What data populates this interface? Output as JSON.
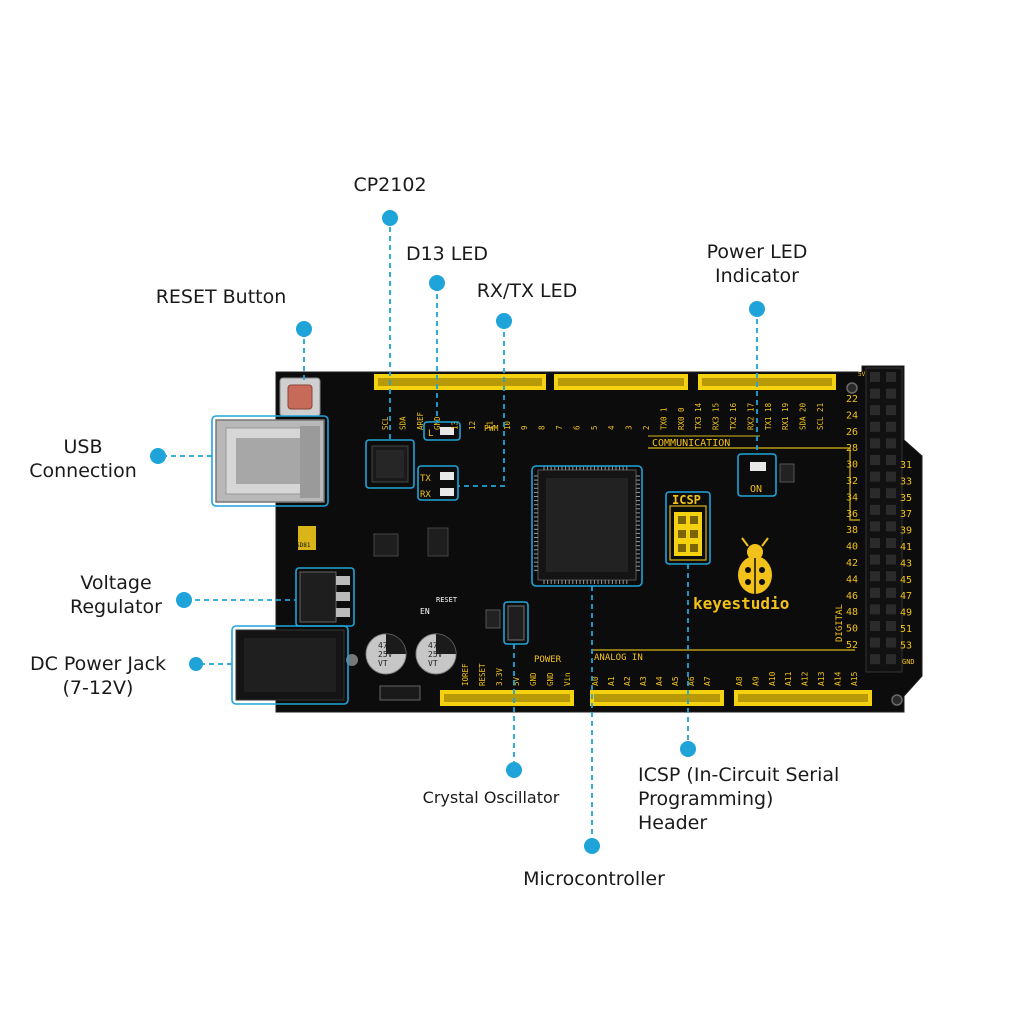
{
  "colors": {
    "accent": "#1ea4d8",
    "board": "#0d0d0d",
    "silkscreen": "#f2c21b",
    "header": "#f5d20f"
  },
  "callouts": {
    "cp2102": {
      "lines": [
        "CP2102"
      ]
    },
    "d13_led": {
      "lines": [
        "D13 LED"
      ]
    },
    "rx_tx_led": {
      "lines": [
        "RX/TX LED"
      ]
    },
    "reset_button": {
      "lines": [
        "RESET Button"
      ]
    },
    "power_led": {
      "lines": [
        "Power LED",
        "Indicator"
      ]
    },
    "usb": {
      "lines": [
        "USB",
        "Connection"
      ]
    },
    "voltage_regulator": {
      "lines": [
        "Voltage",
        "Regulator"
      ]
    },
    "dc_power_jack": {
      "lines": [
        "DC Power Jack",
        "(7-12V)"
      ]
    },
    "crystal_oscillator": {
      "lines": [
        "Crystal Oscillator"
      ]
    },
    "icsp": {
      "lines": [
        "ICSP (In-Circuit Serial",
        "Programming)",
        "Header"
      ]
    },
    "microcontroller": {
      "lines": [
        "Microcontroller"
      ]
    }
  },
  "board": {
    "brand": "keyestudio",
    "icsp_label": "ICSP",
    "communication_label": "COMMUNICATION",
    "power_label": "POWER",
    "analog_label": "ANALOG IN",
    "digital_label": "DIGITAL",
    "pwm_label": "PWM",
    "on_label": "ON",
    "tx_label": "TX",
    "rx_label": "RX",
    "l_label": "L",
    "reset_label": "RESET",
    "en_label": "EN",
    "gnd_label": "GND",
    "sdbl_label": "SD81",
    "cap_lines": [
      "47",
      "25V",
      "VT"
    ],
    "top_pins": [
      "SCL",
      "SDA",
      "AREF",
      "GND",
      "13",
      "12",
      "11",
      "10",
      "9",
      "8",
      "7",
      "6",
      "5",
      "4",
      "3",
      "2",
      "TX0 1",
      "RX0 0",
      "TX3 14",
      "RX3 15",
      "TX2 16",
      "RX2 17",
      "TX1 18",
      "RX1 19",
      "SDA 20",
      "SCL 21"
    ],
    "power_pins": [
      "IOREF",
      "RESET",
      "3.3V",
      "5V",
      "GND",
      "GND",
      "Vin"
    ],
    "analog_pins": [
      "A0",
      "A1",
      "A2",
      "A3",
      "A4",
      "A5",
      "A6",
      "A7",
      "A8",
      "A9",
      "A10",
      "A11",
      "A12",
      "A13",
      "A14",
      "A15"
    ],
    "digital_left": [
      "22",
      "24",
      "26",
      "28",
      "30",
      "32",
      "34",
      "36",
      "38",
      "40",
      "42",
      "44",
      "46",
      "48",
      "50",
      "52"
    ],
    "digital_right": [
      "31",
      "33",
      "35",
      "37",
      "39",
      "41",
      "43",
      "45",
      "47",
      "49",
      "51",
      "53"
    ],
    "five_v_label": "5V"
  }
}
